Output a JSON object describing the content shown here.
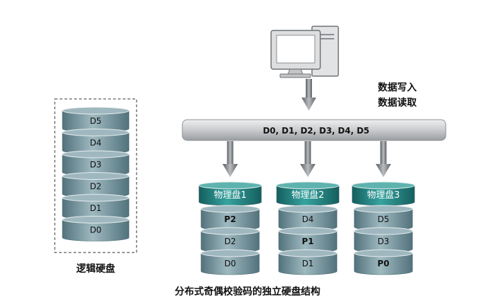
{
  "logical_disk": {
    "label": "逻辑硬盘",
    "slices": [
      "D5",
      "D4",
      "D3",
      "D2",
      "D1",
      "D0"
    ]
  },
  "io_labels": {
    "write": "数据写入",
    "read": "数据读取"
  },
  "bus_label": "D0, D1, D2, D3, D4, D5",
  "physical_disks": [
    {
      "name": "物理盘1",
      "slices": [
        "P2",
        "D2",
        "D0"
      ],
      "parity": "P2"
    },
    {
      "name": "物理盘2",
      "slices": [
        "D4",
        "P1",
        "D1"
      ],
      "parity": "P1"
    },
    {
      "name": "物理盘3",
      "slices": [
        "D5",
        "D3",
        "P0"
      ],
      "parity": "P0"
    }
  ],
  "caption": "分布式奇偶校验码的独立硬盘结构",
  "colors": {
    "slice_body": "#6c8e98",
    "slice_top": "#9fb7be",
    "header_body": "#1f7f7d",
    "header_top": "#5fb3ae",
    "bus": "#c9cbcd",
    "arrow": "#707478"
  },
  "icons": {
    "computer": "desktop-computer-icon"
  }
}
